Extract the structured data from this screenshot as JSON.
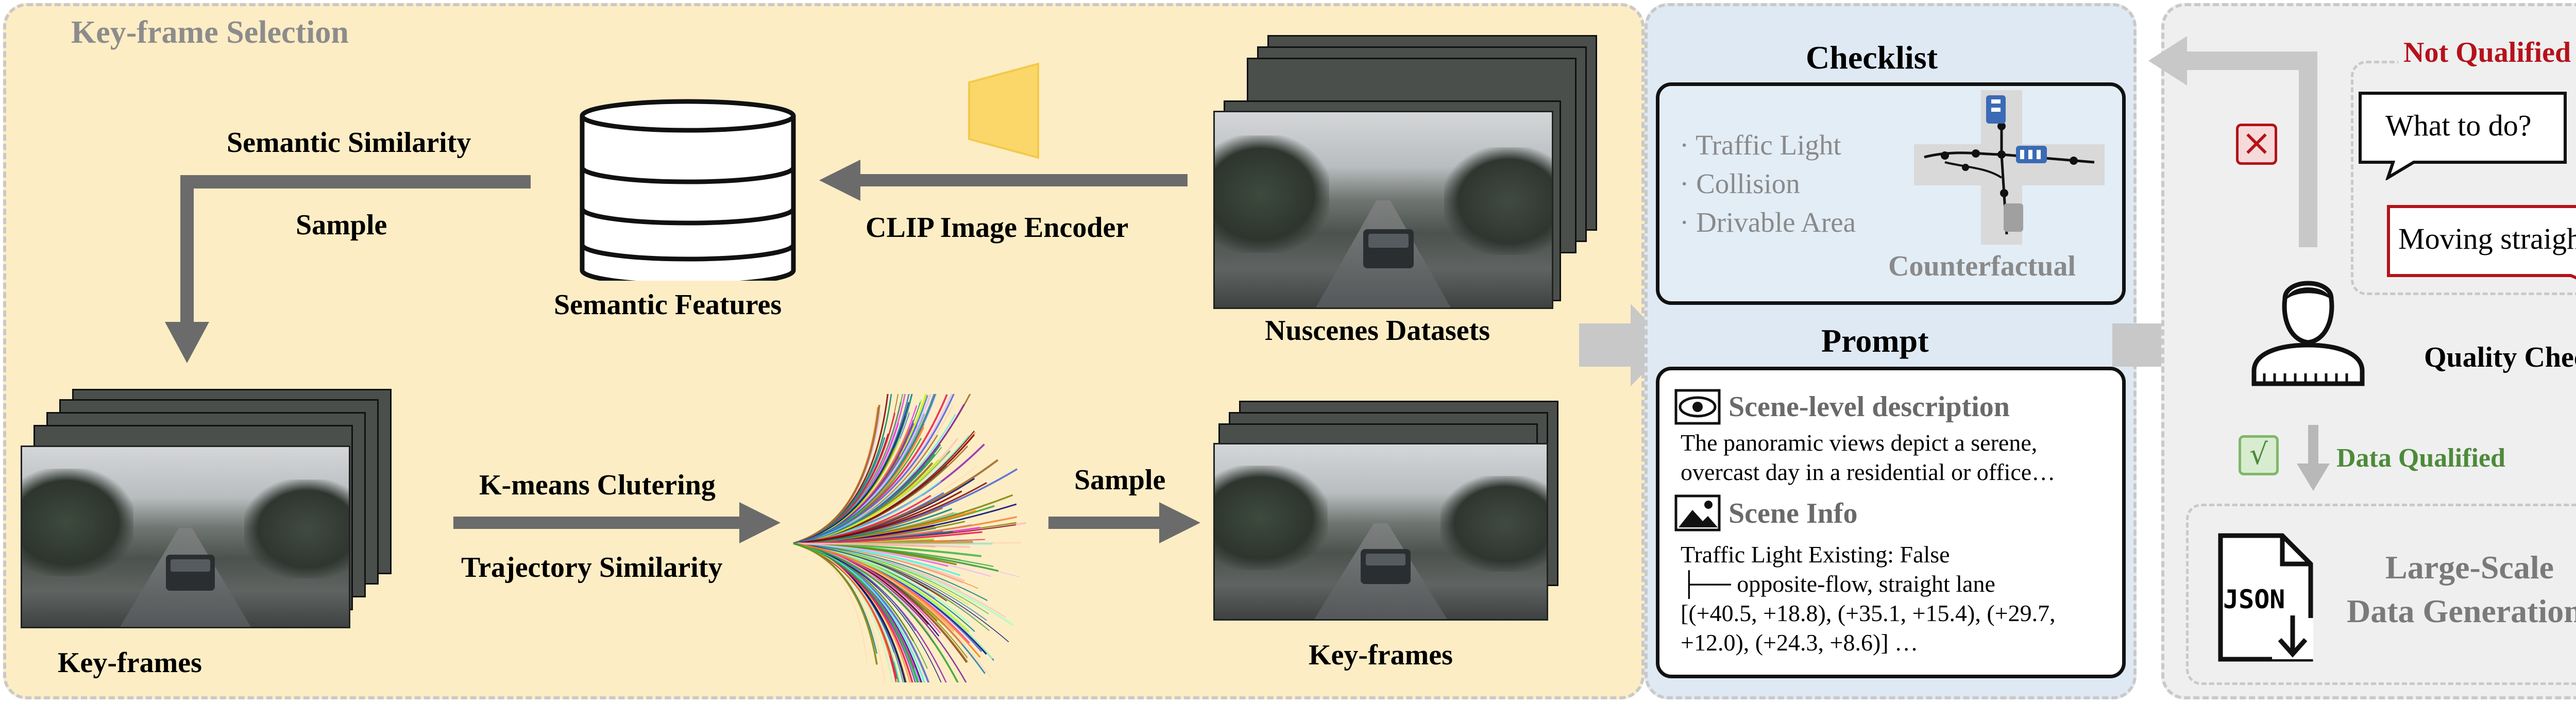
{
  "keyframe_panel": {
    "title": "Key-frame Selection",
    "semantic_similarity": "Semantic Similarity",
    "sample_top": "Sample",
    "semantic_features": "Semantic Features",
    "clip_encoder": "CLIP Image Encoder",
    "nuscenes": "Nuscenes Datasets",
    "kmeans": "K-means Clutering",
    "trajectory_similarity": "Trajectory Similarity",
    "sample_bottom": "Sample",
    "keyframes_left": "Key-frames",
    "keyframes_right": "Key-frames"
  },
  "middle_panel": {
    "checklist_title": "Checklist",
    "checklist_items": [
      "· Traffic Light",
      "· Collision",
      "· Drivable Area"
    ],
    "counterfactual": "Counterfactual",
    "prompt_title": "Prompt",
    "scene_level_title": "Scene-level description",
    "scene_level_line1": "The panoramic views depict a serene,",
    "scene_level_line2": "overcast day in a residential or office…",
    "scene_info_title": "Scene Info",
    "scene_info_line1": "Traffic Light Existing: False",
    "scene_info_line2": "├── opposite-flow, straight lane",
    "scene_info_line3": "[(+40.5, +18.8), (+35.1, +15.4), (+29.7,",
    "scene_info_line4": "+12.0), (+24.3, +8.6)] …"
  },
  "right_panel": {
    "not_qualified": "Not Qualified",
    "bubble_question": "What to do?",
    "bubble_answer": "Moving straight.",
    "quality_check": "Quality Check",
    "data_qualified": "Data Qualified",
    "cross_mark": "×",
    "check_mark": "√",
    "json_label": "JSON",
    "large_scale_line1": "Large-Scale",
    "large_scale_line2": "Data Generation"
  },
  "colors": {
    "keyframe_bg": "#fdedc5",
    "middle_bg": "#dfe9f3",
    "right_bg": "#efefef",
    "not_qualified_red": "#b5121b",
    "qualified_green": "#4d8a3a",
    "gray_title": "#8a8a8a"
  }
}
